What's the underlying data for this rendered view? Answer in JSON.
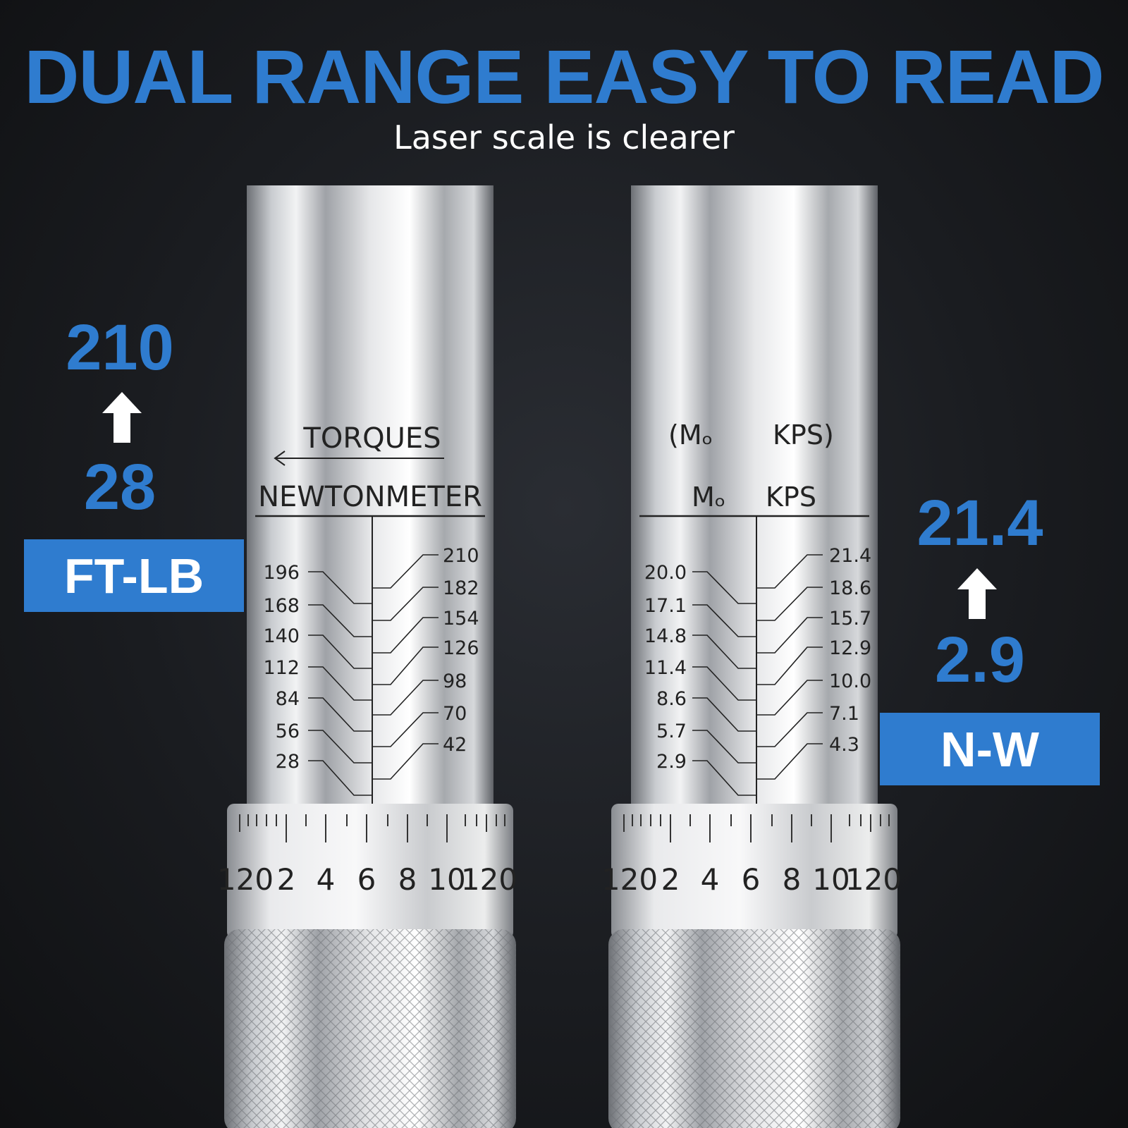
{
  "header": {
    "title": "DUAL RANGE EASY TO READ",
    "subtitle": "Laser scale is clearer"
  },
  "left_callout": {
    "max_value": "210",
    "min_value": "28",
    "unit_label": "FT-LB",
    "arrow_icon": "up-arrow-icon"
  },
  "right_callout": {
    "max_value": "21.4",
    "min_value": "2.9",
    "unit_label": "N-W",
    "arrow_icon": "up-arrow-icon"
  },
  "left_wrench": {
    "top_label": "TORQUES",
    "unit_label": "NEWTONMETER",
    "scale_left": [
      "196",
      "168",
      "140",
      "112",
      "84",
      "56",
      "28"
    ],
    "scale_right": [
      "210",
      "182",
      "154",
      "126",
      "98",
      "70",
      "42"
    ],
    "dial_numbers": [
      "120",
      "2",
      "4",
      "6",
      "8",
      "10",
      "120"
    ]
  },
  "right_wrench": {
    "top_label_left": "(Mₒ",
    "top_label_right": "KPS)",
    "unit_label_left": "Mₒ",
    "unit_label_right": "KPS",
    "scale_left": [
      "20.0",
      "17.1",
      "14.8",
      "11.4",
      "8.6",
      "5.7",
      "2.9"
    ],
    "scale_right": [
      "21.4",
      "18.6",
      "15.7",
      "12.9",
      "10.0",
      "7.1",
      "4.3"
    ],
    "dial_numbers": [
      "120",
      "2",
      "4",
      "6",
      "8",
      "10",
      "120"
    ]
  },
  "colors": {
    "accent_blue": "#2f7ccf",
    "background": "#1a1c20",
    "chrome": "#d8dadd"
  }
}
